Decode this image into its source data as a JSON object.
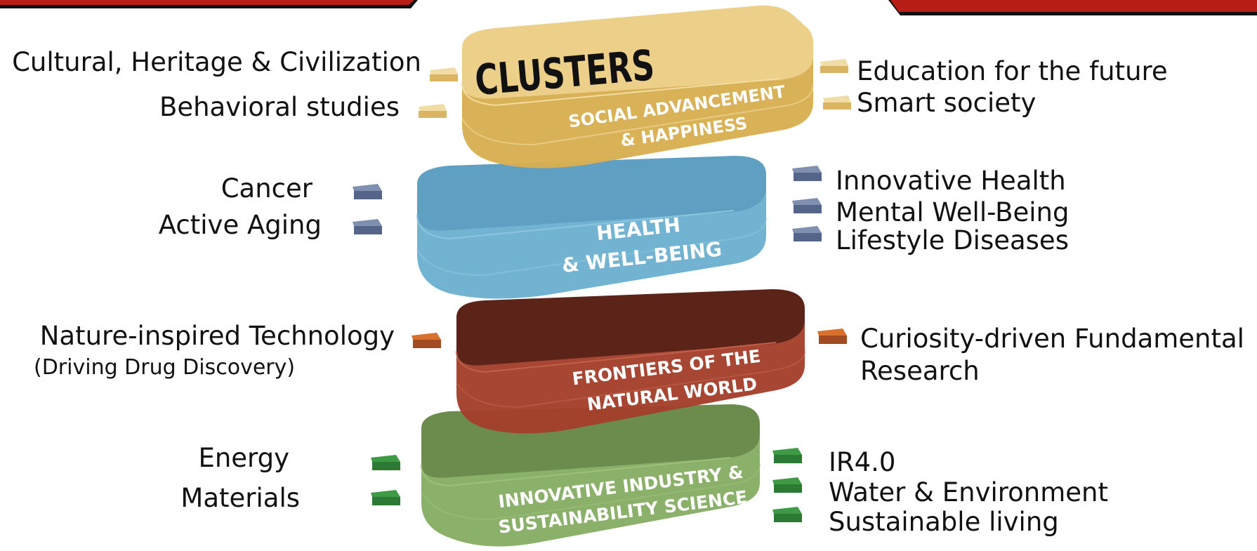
{
  "title": "CLUSTERS",
  "colors": {
    "accent_red": "#b81e16",
    "yellow_top": "#ecd08a",
    "yellow_side": "#d8ae52",
    "blue_top": "#5e9fc2",
    "blue_side": "#6cb0d0",
    "brown_top": "#5c2418",
    "brown_side": "#a4402c",
    "green_top": "#6b8c4d",
    "green_side": "#86ad64"
  },
  "layers": [
    {
      "id": "social",
      "line1": "SOCIAL ADVANCEMENT",
      "line2": "& HAPPINESS",
      "left": [
        "Cultural, Heritage & Civilization",
        "Behavioral studies"
      ],
      "right": [
        "Education for the future",
        "Smart society"
      ]
    },
    {
      "id": "health",
      "line1": "HEALTH",
      "line2": "& WELL-BEING",
      "left": [
        "Cancer",
        "Active Aging"
      ],
      "right": [
        "Innovative Health",
        "Mental Well-Being",
        "Lifestyle Diseases"
      ]
    },
    {
      "id": "frontiers",
      "line1": "FRONTIERS OF THE",
      "line2": "NATURAL WORLD",
      "left": [
        "Nature-inspired Technology",
        "(Driving Drug Discovery)"
      ],
      "right": [
        "Curiosity-driven Fundamental",
        "Research"
      ]
    },
    {
      "id": "industry",
      "line1": "INNOVATIVE INDUSTRY &",
      "line2": "SUSTAINABILITY SCIENCE",
      "left": [
        "Energy",
        "Materials"
      ],
      "right": [
        "IR4.0",
        "Water & Environment",
        "Sustainable living"
      ]
    }
  ]
}
